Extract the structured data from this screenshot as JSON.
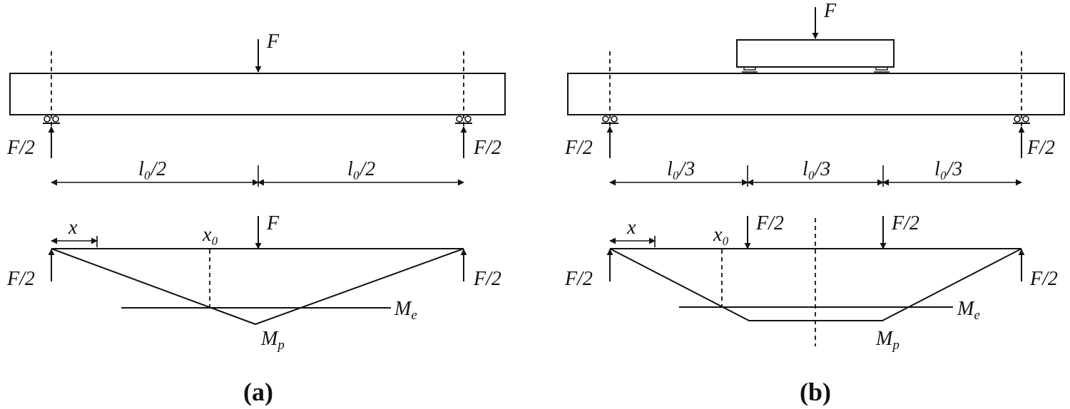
{
  "panel_a": {
    "load": "F",
    "reaction_left": "F/2",
    "reaction_right": "F/2",
    "span_left": "l₀/2",
    "span_right": "l₀/2",
    "moment": {
      "x_label": "x",
      "x0_label": "x₀",
      "load": "F",
      "reaction_left": "F/2",
      "reaction_right": "F/2",
      "me_label": "Me",
      "mp_label": "Mp"
    },
    "caption": "(a)"
  },
  "panel_b": {
    "load": "F",
    "reaction_left": "F/2",
    "reaction_right": "F/2",
    "span_1": "l₀/3",
    "span_2": "l₀/3",
    "span_3": "l₀/3",
    "moment": {
      "x_label": "x",
      "x0_label": "x₀",
      "load_left": "F/2",
      "load_right": "F/2",
      "reaction_left": "F/2",
      "reaction_right": "F/2",
      "me_label": "Me",
      "mp_label": "Mp"
    },
    "caption": "(b)"
  }
}
